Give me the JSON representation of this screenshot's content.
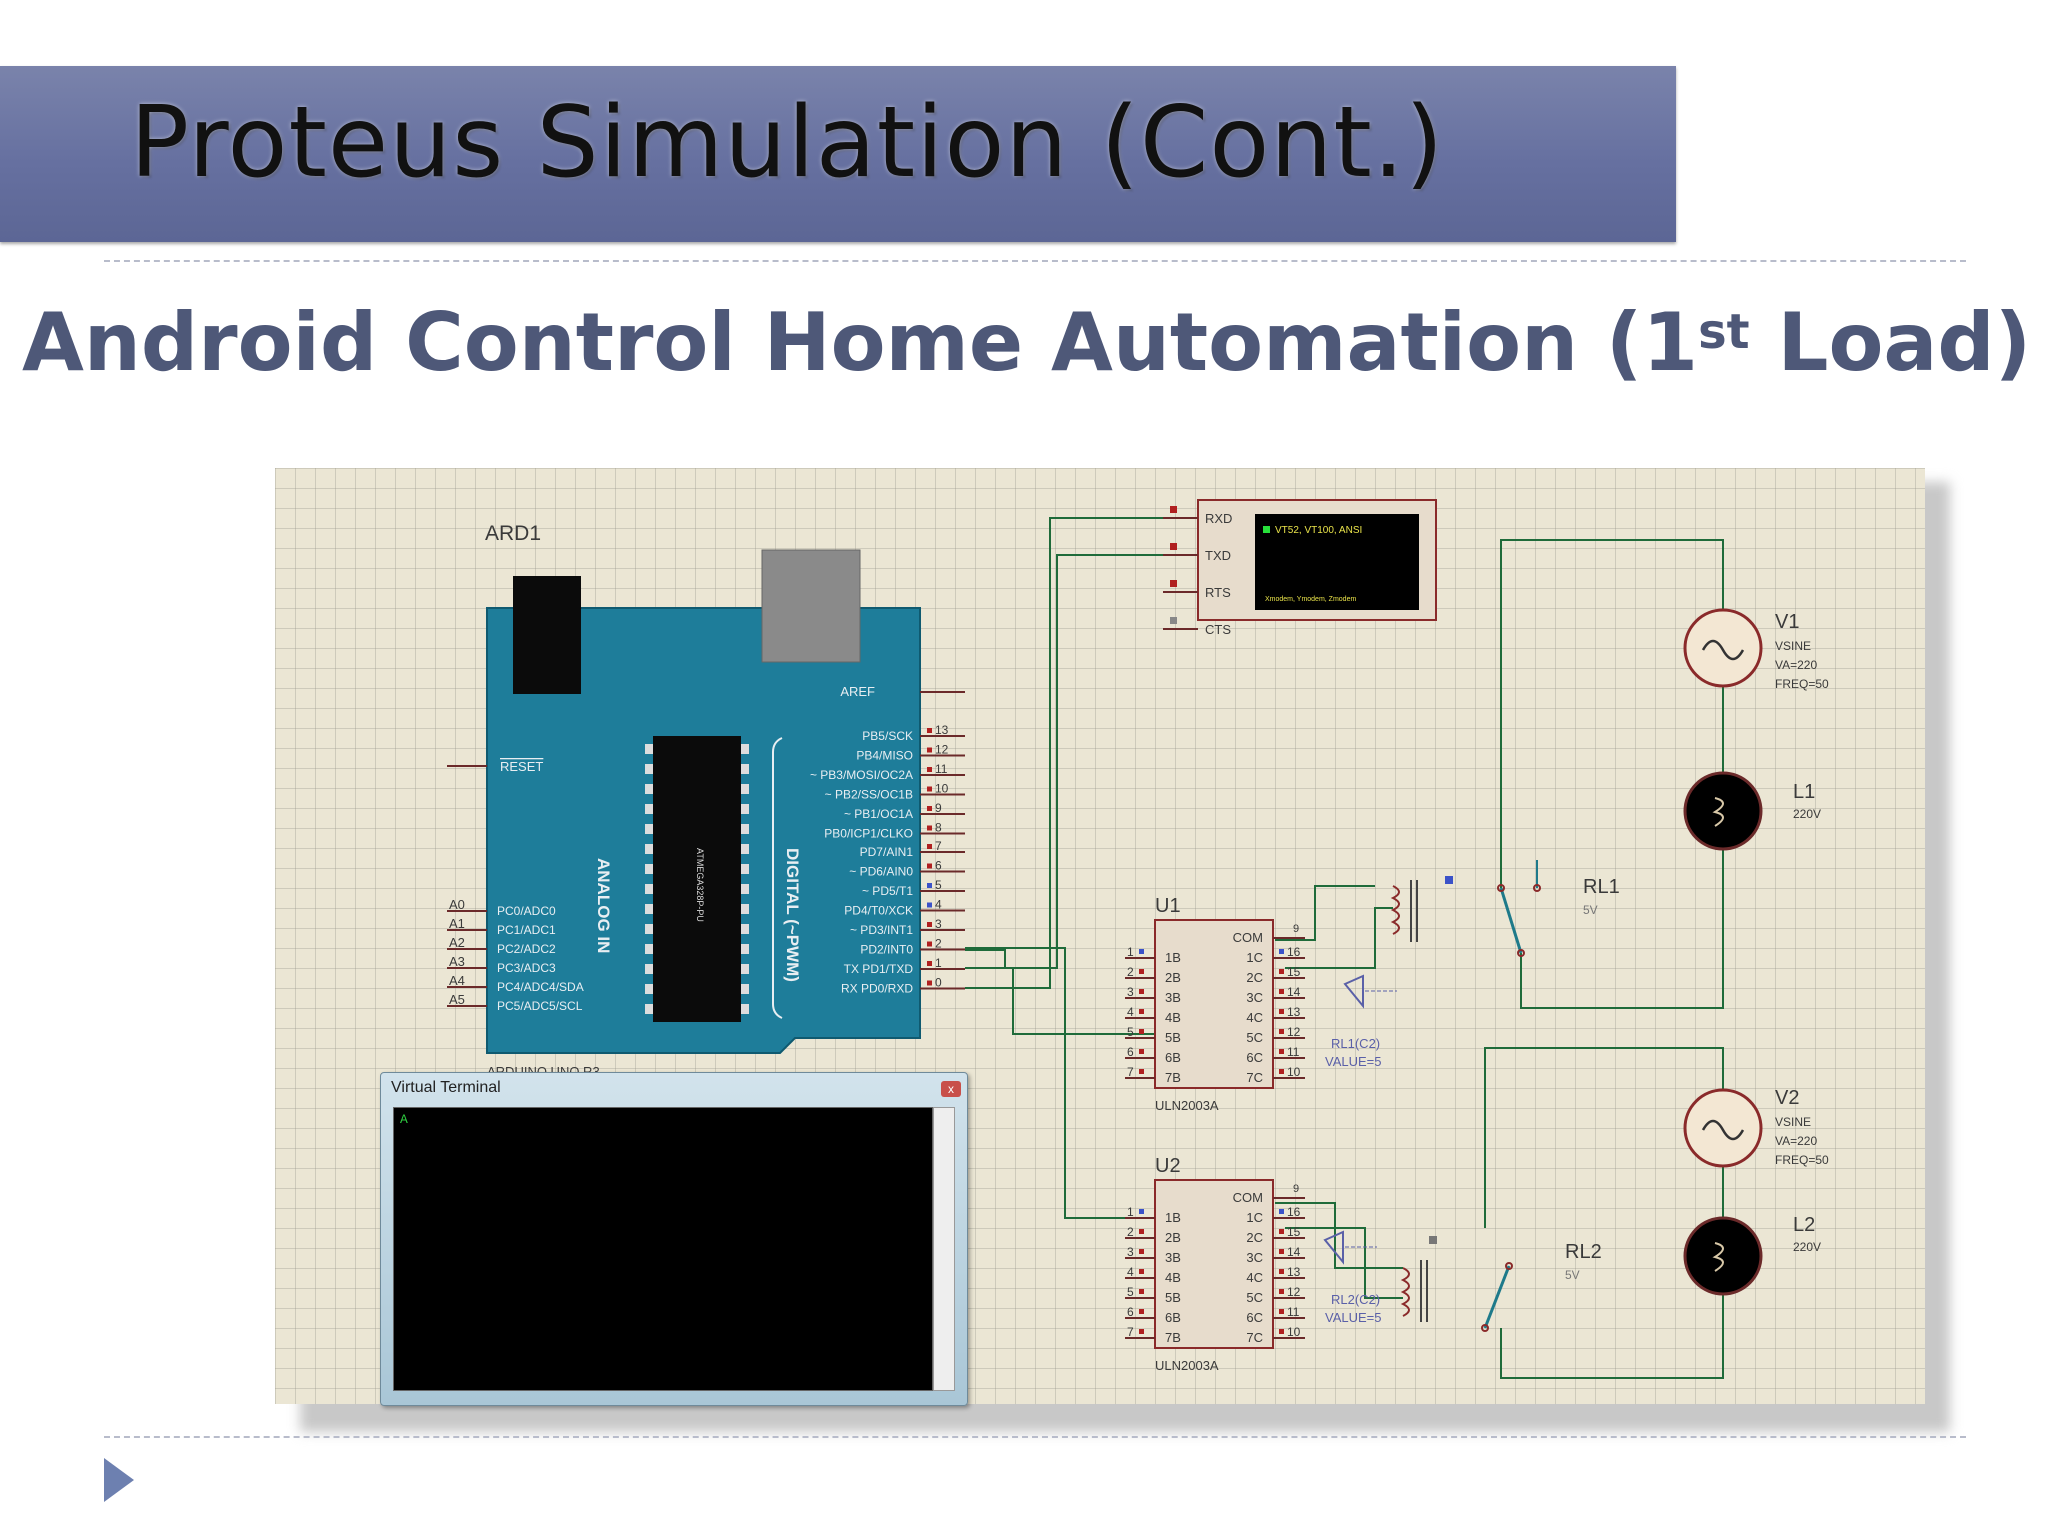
{
  "slide": {
    "title": "Proteus Simulation (Cont.)",
    "subtitle_main": "Android Control Home Automation (1",
    "subtitle_sup": "st",
    "subtitle_end": " Load)"
  },
  "schematic": {
    "arduino": {
      "ref": "ARD1",
      "part": "ARDUINO UNO R3",
      "reset_label": "RESET",
      "aref_label": "AREF",
      "analog_header": "ANALOG IN",
      "digital_header": "DIGITAL (~PWM)",
      "chip_label": "ATMEGA328P-PU",
      "analog_pins": [
        "A0",
        "A1",
        "A2",
        "A3",
        "A4",
        "A5"
      ],
      "analog_names": [
        "PC0/ADC0",
        "PC1/ADC1",
        "PC2/ADC2",
        "PC3/ADC3",
        "PC4/ADC4/SDA",
        "PC5/ADC5/SCL"
      ],
      "digital_names": [
        "PB5/SCK",
        "PB4/MISO",
        "~ PB3/MOSI/OC2A",
        "~ PB2/SS/OC1B",
        "~ PB1/OC1A",
        "PB0/ICP1/CLKO",
        "PD7/AIN1",
        "~ PD6/AIN0",
        "~ PD5/T1",
        "PD4/T0/XCK",
        "~ PD3/INT1",
        "PD2/INT0",
        "TX PD1/TXD",
        "RX PD0/RXD"
      ],
      "digital_numbers": [
        "13",
        "12",
        "11",
        "10",
        "9",
        "8",
        "7",
        "6",
        "5",
        "4",
        "3",
        "2",
        "1",
        "0"
      ]
    },
    "terminal_component": {
      "pins": [
        "RXD",
        "TXD",
        "RTS",
        "CTS"
      ],
      "screen_top": "VT52, VT100, ANSI",
      "screen_bottom": "Xmodem, Ymodem, Zmodem"
    },
    "u1": {
      "ref": "U1",
      "part": "ULN2003A"
    },
    "u2": {
      "ref": "U2",
      "part": "ULN2003A"
    },
    "uln": {
      "com": "COM",
      "in_labels": [
        "1B",
        "2B",
        "3B",
        "4B",
        "5B",
        "6B",
        "7B"
      ],
      "out_labels": [
        "1C",
        "2C",
        "3C",
        "4C",
        "5C",
        "6C",
        "7C"
      ],
      "in_numbers": [
        "1",
        "2",
        "3",
        "4",
        "5",
        "6",
        "7"
      ],
      "out_numbers": [
        "16",
        "15",
        "14",
        "13",
        "12",
        "11",
        "10"
      ],
      "com_number": "9"
    },
    "rl1": {
      "ref": "RL1",
      "value": "5V",
      "coil_ref": "RL1(C2)",
      "coil_value": "VALUE=5"
    },
    "rl2": {
      "ref": "RL2",
      "value": "5V",
      "coil_ref": "RL2(C2)",
      "coil_value": "VALUE=5"
    },
    "v1": {
      "ref": "V1",
      "type": "VSINE",
      "va": "VA=220",
      "freq": "FREQ=50"
    },
    "v2": {
      "ref": "V2",
      "type": "VSINE",
      "va": "VA=220",
      "freq": "FREQ=50"
    },
    "l1": {
      "ref": "L1",
      "value": "220V"
    },
    "l2": {
      "ref": "L2",
      "value": "220V"
    }
  },
  "virtual_terminal": {
    "title": "Virtual Terminal",
    "cursor": "A",
    "close": "x"
  },
  "colors": {
    "board": "#1e7d9a",
    "wire": "#1f6b3a",
    "pin": "#b02020",
    "grid_bg": "#ebe6d4"
  }
}
